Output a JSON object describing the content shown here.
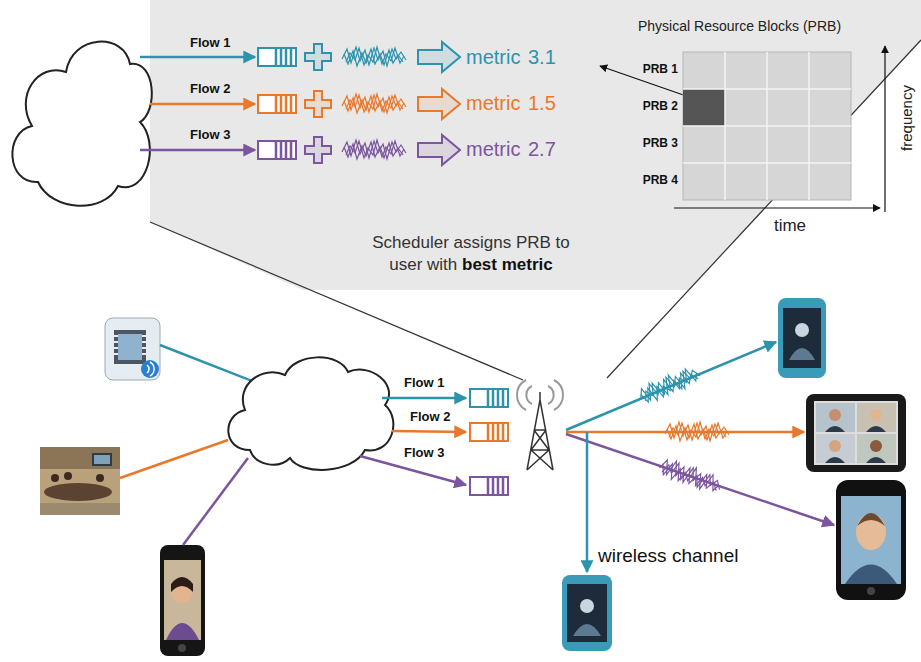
{
  "diagram": {
    "nodes": [
      {
        "text": [
          "Scheduler assigns PRB to user with",
          "best metric"
        ]
      },
      {
        "text": [
          "Physical Resource Blocks (PRB)"
        ],
        "in": 0
      }
    ],
    "labels": [
      "Flow 1",
      "Flow 2",
      "Flow 3",
      "metric",
      "3.1",
      "metric",
      "1.5",
      "metric",
      "2.7",
      "PRB 1",
      "PRB 2",
      "PRB 3",
      "PRB 4",
      "frequency",
      "time",
      "Flow 1",
      "Flow 2",
      "Flow 3",
      "wireless channel"
    ]
  }
}
